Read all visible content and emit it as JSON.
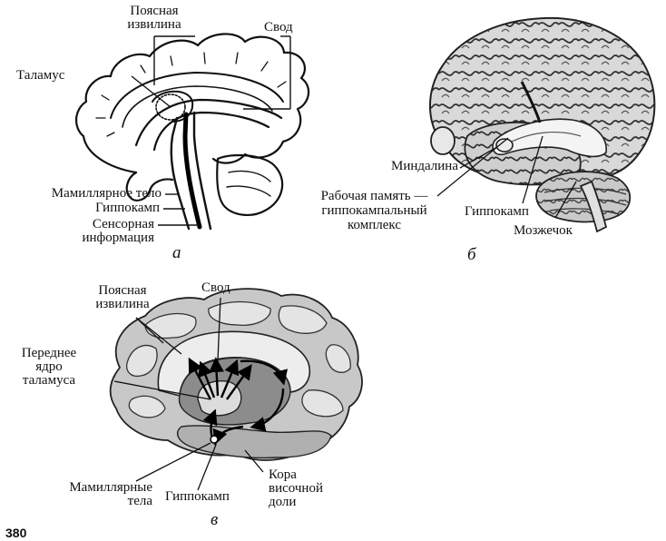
{
  "figure_a": {
    "caption": "а",
    "labels": {
      "cingulate": "Поясная\nизвилина",
      "fornix": "Свод",
      "thalamus": "Таламус",
      "mammillary": "Мамиллярное тело",
      "hippocampus": "Гиппокамп",
      "sensory": "Сенсорная\nинформация"
    }
  },
  "figure_b": {
    "caption": "б",
    "labels": {
      "amygdala": "Миндалина",
      "working_memory": "Рабочая память —\nгиппокампальный\nкомплекс",
      "hippocampus": "Гиппокамп",
      "cerebellum": "Мозжечок"
    }
  },
  "figure_c": {
    "caption": "в",
    "labels": {
      "cingulate": "Поясная\nизвилина",
      "fornix": "Свод",
      "anterior_nucleus": "Переднее\nядро\nталамуса",
      "mammillary": "Мамиллярные\nтела",
      "hippocampus": "Гиппокамп",
      "temporal_cortex": "Кора\nвисочной\nдоли"
    }
  },
  "page_number": "380"
}
